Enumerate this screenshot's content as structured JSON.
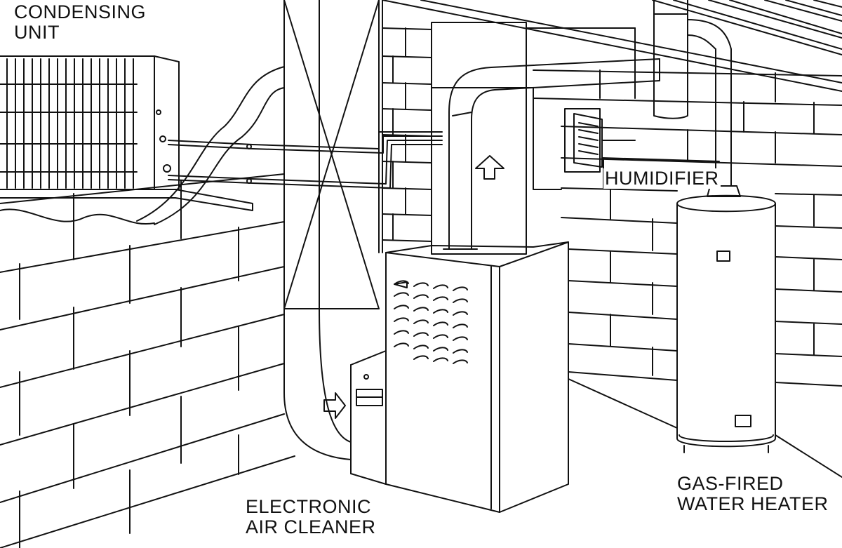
{
  "diagram": {
    "labels": {
      "condensing_unit": [
        "CONDENSING",
        "UNIT"
      ],
      "humidifier": [
        "HUMIDIFIER"
      ],
      "electronic_air_cleaner": [
        "ELECTRONIC",
        "AIR CLEANER"
      ],
      "water_heater": [
        "GAS-FIRED",
        "WATER HEATER"
      ]
    },
    "colors": {
      "line": "#111111",
      "background": "#ffffff"
    }
  }
}
